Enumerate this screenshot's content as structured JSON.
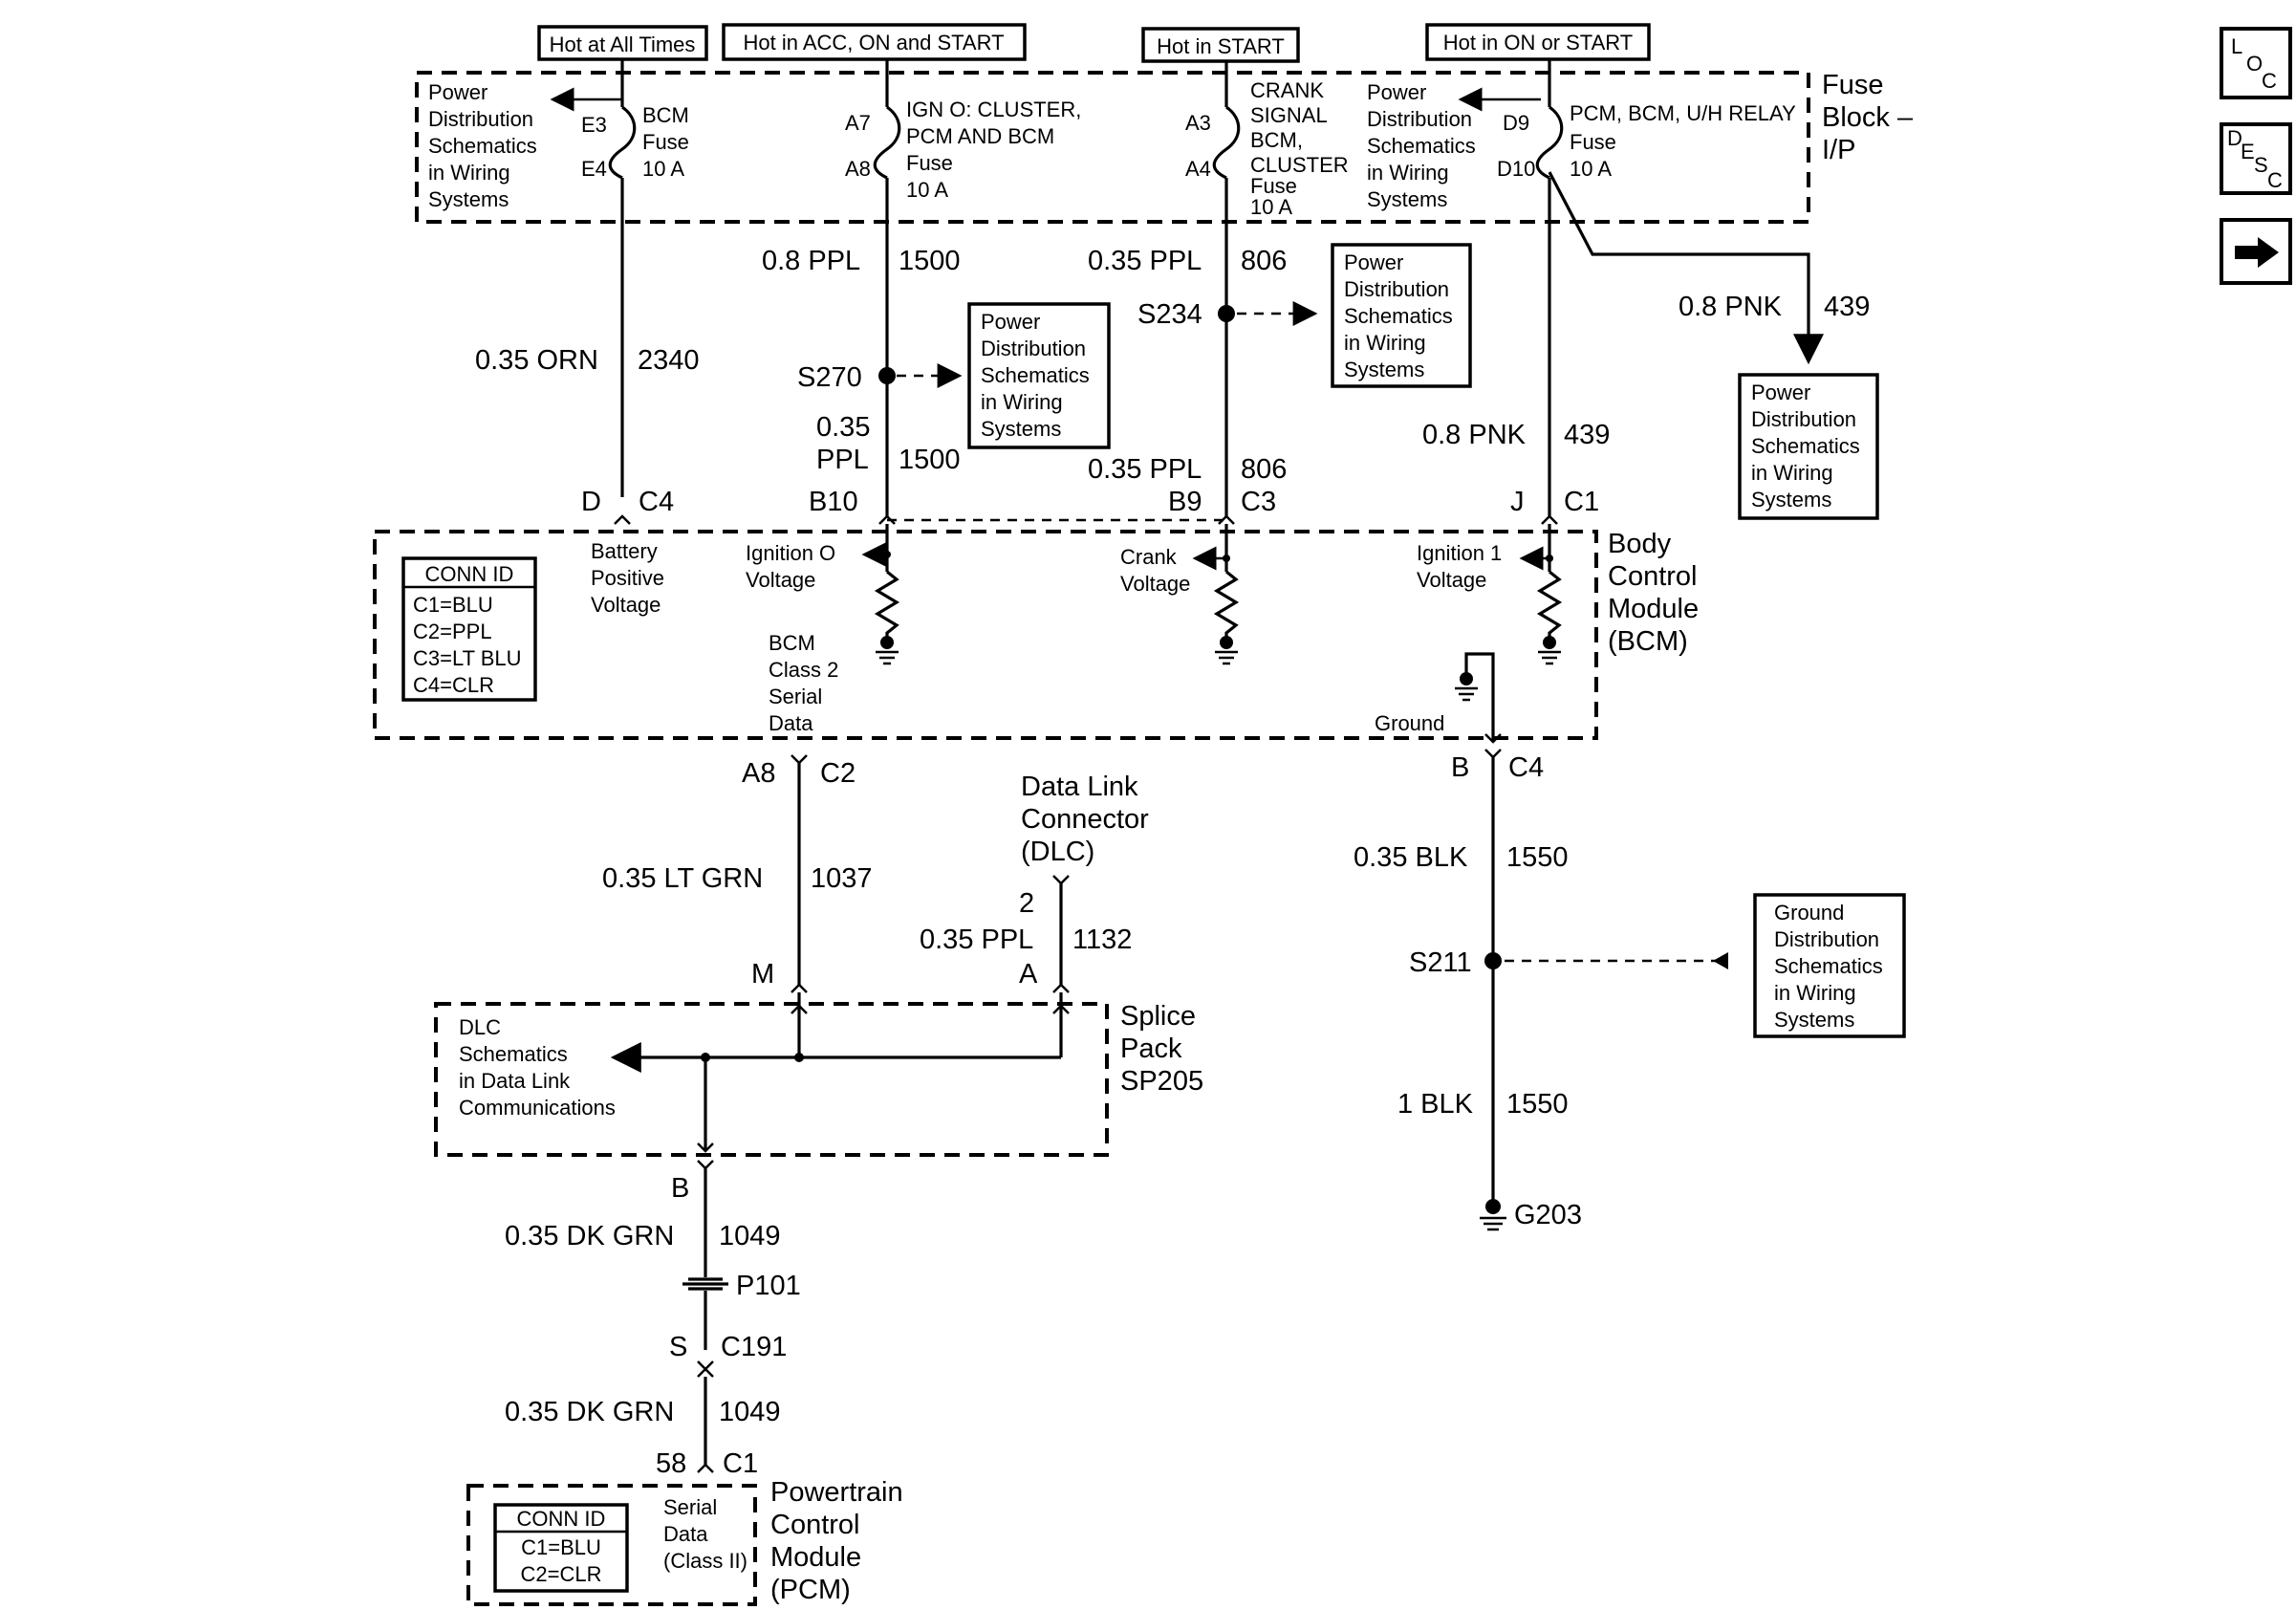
{
  "header_labels": {
    "hot_all_times": "Hot at All Times",
    "hot_acc_on_start": "Hot in ACC, ON and START",
    "hot_start": "Hot in START",
    "hot_on_start": "Hot in ON or START"
  },
  "fuse_block": {
    "title_1": "Fuse",
    "title_2": "Block –",
    "title_3": "I/P",
    "pd_left": [
      "Power",
      "Distribution",
      "Schematics",
      "in Wiring",
      "Systems"
    ],
    "pd_right": [
      "Power",
      "Distribution",
      "Schematics",
      "in Wiring",
      "Systems"
    ],
    "fuse1": {
      "pin_top": "E3",
      "pin_bottom": "E4",
      "label": [
        "BCM",
        "Fuse",
        "10 A"
      ]
    },
    "fuse2": {
      "pin_top": "A7",
      "pin_bottom": "A8",
      "label": [
        "IGN O:  CLUSTER,",
        "PCM AND BCM",
        "Fuse",
        "10 A"
      ]
    },
    "fuse3": {
      "pin_top": "A3",
      "pin_bottom": "A4",
      "label": [
        "CRANK",
        "SIGNAL",
        "BCM,",
        "CLUSTER",
        "Fuse",
        "10 A"
      ]
    },
    "fuse4": {
      "pin_top": "D9",
      "pin_bottom": "D10",
      "label": [
        "PCM, BCM, U/H RELAY",
        "Fuse",
        "10 A"
      ]
    }
  },
  "wires": {
    "w2340": {
      "size_color": "0.35 ORN",
      "circuit": "2340"
    },
    "w1500a": {
      "size_color": "0.8 PPL",
      "circuit": "1500"
    },
    "w1500b": {
      "size_color_1": "0.35",
      "size_color_2": "PPL",
      "circuit": "1500"
    },
    "w806a": {
      "size_color": "0.35 PPL",
      "circuit": "806"
    },
    "w806b": {
      "size_color": "0.35 PPL",
      "circuit": "806"
    },
    "w439a": {
      "size_color": "0.8 PNK",
      "circuit": "439"
    },
    "w439b": {
      "size_color": "0.8 PNK",
      "circuit": "439"
    },
    "w1037": {
      "size_color": "0.35 LT GRN",
      "circuit": "1037"
    },
    "w1132": {
      "size_color": "0.35 PPL",
      "circuit": "1132"
    },
    "w1550a": {
      "size_color": "0.35 BLK",
      "circuit": "1550"
    },
    "w1550b": {
      "size_color": "1 BLK",
      "circuit": "1550"
    },
    "w1049a": {
      "size_color": "0.35 DK GRN",
      "circuit": "1049"
    },
    "w1049b": {
      "size_color": "0.35 DK GRN",
      "circuit": "1049"
    }
  },
  "splices": {
    "s270": "S270",
    "s234": "S234",
    "s211": "S211"
  },
  "ref_boxes": {
    "pd_s270": [
      "Power",
      "Distribution",
      "Schematics",
      "in Wiring",
      "Systems"
    ],
    "pd_s234": [
      "Power",
      "Distribution",
      "Schematics",
      "in Wiring",
      "Systems"
    ],
    "pd_439": [
      "Power",
      "Distribution",
      "Schematics",
      "in Wiring",
      "Systems"
    ],
    "gd_s211": [
      "Ground",
      "Distribution",
      "Schematics",
      "in Wiring",
      "Systems"
    ]
  },
  "bcm": {
    "title": [
      "Body",
      "Control",
      "Module",
      "(BCM)"
    ],
    "conn_d": "D",
    "conn_c4": "C4",
    "conn_b10": "B10",
    "conn_b9": "B9",
    "conn_c3": "C3",
    "conn_j": "J",
    "conn_c1": "C1",
    "conn_id_title": "CONN ID",
    "conn_ids": [
      "C1=BLU",
      "C2=PPL",
      "C3=LT BLU",
      "C4=CLR"
    ],
    "battery": [
      "Battery",
      "Positive",
      "Voltage"
    ],
    "ign0": [
      "Ignition O",
      "Voltage"
    ],
    "crank": [
      "Crank",
      "Voltage"
    ],
    "ign1": [
      "Ignition 1",
      "Voltage"
    ],
    "serial": [
      "BCM",
      "Class 2",
      "Serial",
      "Data"
    ],
    "ground": "Ground",
    "out_a8": "A8",
    "out_c2": "C2",
    "out_b": "B",
    "out_c4": "C4"
  },
  "dlc": {
    "title": [
      "Data Link",
      "Connector",
      "(DLC)"
    ],
    "pin": "2"
  },
  "splice_pack": {
    "title": [
      "Splice",
      "Pack",
      "SP205"
    ],
    "pin_m": "M",
    "pin_a": "A",
    "pin_b": "B",
    "ref": [
      "DLC",
      "Schematics",
      "in Data Link",
      "Communications"
    ]
  },
  "ground": {
    "name": "G203"
  },
  "p101": "P101",
  "c191": {
    "pin": "S",
    "name": "C191"
  },
  "pcm": {
    "title": [
      "Powertrain",
      "Control",
      "Module",
      "(PCM)"
    ],
    "pin": "58",
    "conn": "C1",
    "conn_id_title": "CONN ID",
    "conn_ids": [
      "C1=BLU",
      "C2=CLR"
    ],
    "serial": [
      "Serial",
      "Data",
      "(Class II)"
    ]
  },
  "nav": {
    "loc": [
      "L",
      "O",
      "C"
    ],
    "desc": [
      "D",
      "E",
      "S",
      "C"
    ],
    "next_icon": "arrow-right-icon"
  }
}
